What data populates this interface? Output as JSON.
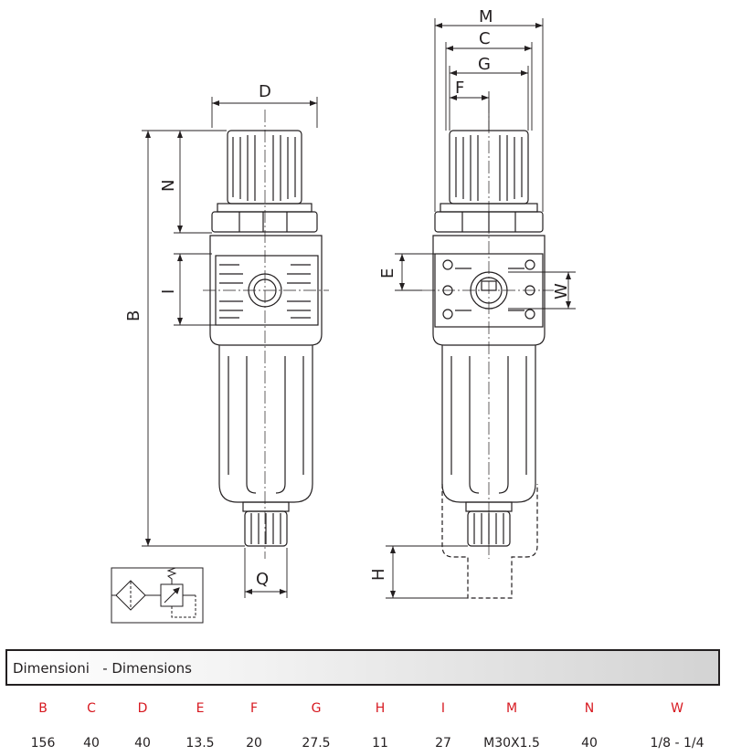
{
  "drawing": {
    "labels": {
      "B": "B",
      "C": "C",
      "D": "D",
      "E": "E",
      "F": "F",
      "G": "G",
      "H": "H",
      "I": "I",
      "M": "M",
      "N": "N",
      "Q": "Q",
      "W": "W"
    }
  },
  "banner": {
    "title": "Dimensioni   - Dimensions"
  },
  "table": {
    "headers": [
      "B",
      "C",
      "D",
      "E",
      "F",
      "G",
      "H",
      "I",
      "M",
      "N",
      "W"
    ],
    "values": [
      "156",
      "40",
      "40",
      "13.5",
      "20",
      "27.5",
      "11",
      "27",
      "M30X1.5",
      "40",
      "1/8 - 1/4"
    ]
  },
  "colors": {
    "header": "#d71920",
    "line": "#231f20"
  }
}
